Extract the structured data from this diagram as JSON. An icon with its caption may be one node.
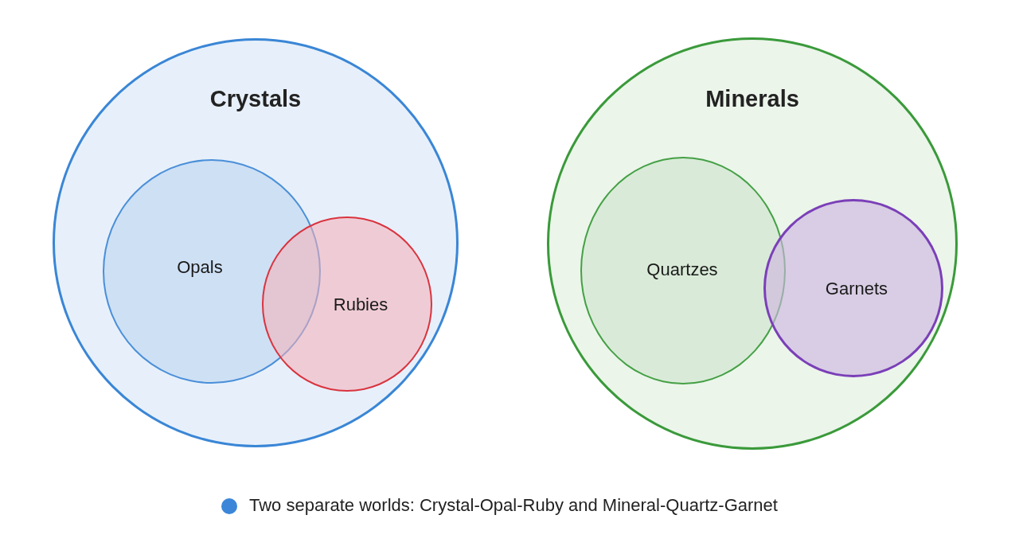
{
  "diagram": {
    "nodes": [
      {
        "text": [
          "Crystals"
        ]
      },
      {
        "text": [
          "Opals"
        ],
        "in": 0
      },
      {
        "text": [
          "Rubies"
        ],
        "in": 0
      },
      {
        "text": [
          "Minerals"
        ]
      },
      {
        "text": [
          "Quartzes"
        ],
        "in": 3
      },
      {
        "text": [
          "Garnets"
        ],
        "in": 3
      }
    ],
    "legend": [
      {
        "text": "Two separate worlds: Crystal-Opal-Ruby and Mineral-Quartz-Garnet",
        "color": "#3b86d9"
      }
    ]
  }
}
